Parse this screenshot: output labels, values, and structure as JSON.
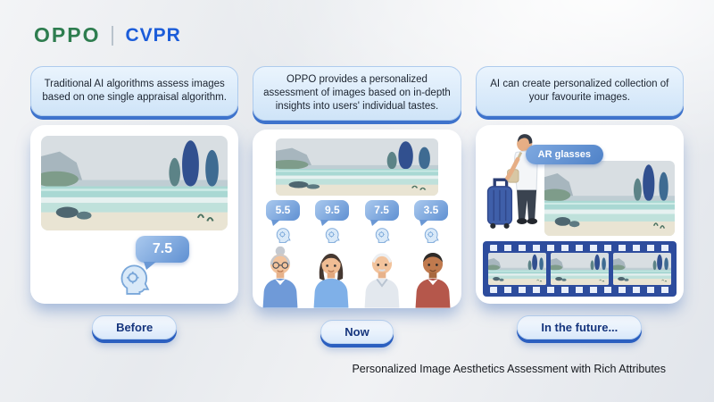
{
  "header": {
    "brand": "OPPO",
    "event": "CVPR"
  },
  "columns": [
    {
      "caption": "Traditional AI algorithms assess images based on one single appraisal algorithm.",
      "score": "7.5",
      "label": "Before"
    },
    {
      "caption": "OPPO provides a personalized assessment of images based on in-depth insights into users' individual tastes.",
      "scores": [
        "5.5",
        "9.5",
        "7.5",
        "3.5"
      ],
      "label": "Now"
    },
    {
      "caption": "AI can create personalized collection of your favourite images.",
      "ar_badge": "AR glasses",
      "label": "In the future..."
    }
  ],
  "footer": "Personalized Image Aesthetics Assessment with Rich Attributes",
  "colors": {
    "brand_green": "#2e7d4f",
    "brand_blue": "#1b5cd9",
    "accent_blue": "#3e73cc",
    "bubble_blue": "#5f90d2",
    "filmstrip_blue": "#2d4c9d"
  }
}
